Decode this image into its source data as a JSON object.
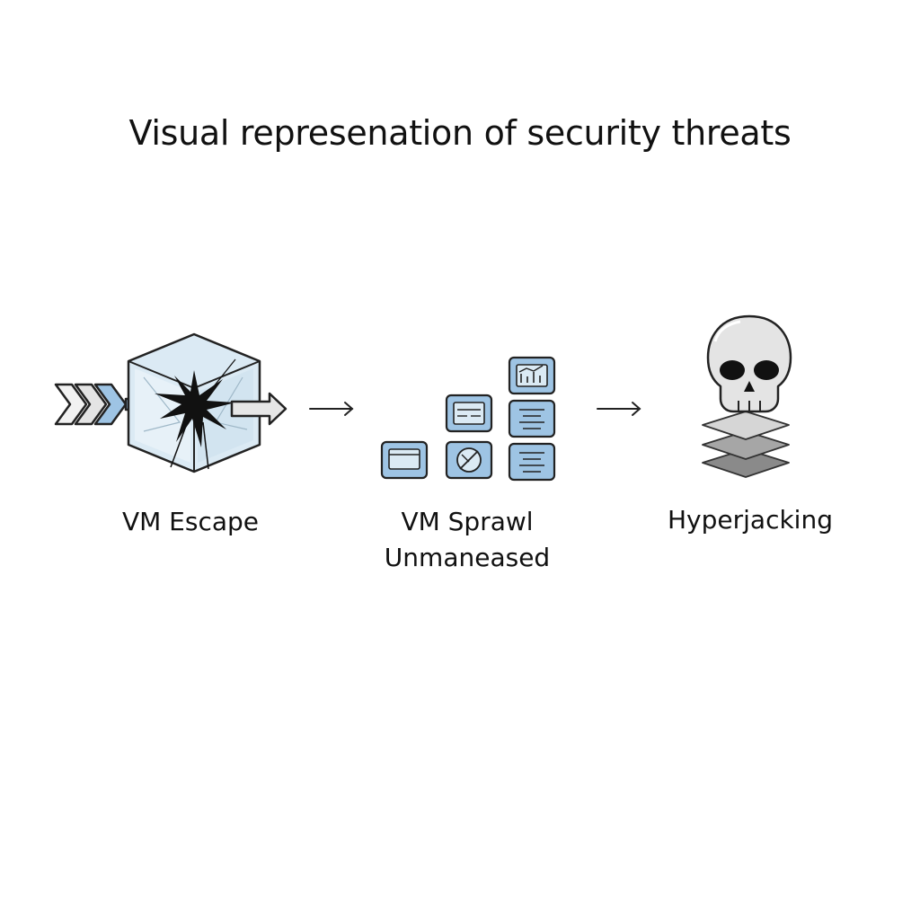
{
  "title": "Visual represenation of security threats",
  "stages": [
    {
      "label": "VM Escape",
      "icon": "broken-cube-icon"
    },
    {
      "label_line1": "VM Sprawl",
      "label_line2": "Unmaneased",
      "icon": "vm-grid-icon"
    },
    {
      "label": "Hyperjacking",
      "icon": "skull-layers-icon"
    }
  ],
  "colors": {
    "accent_blue": "#9ec4e4",
    "glass": "#dbeaf4",
    "outline": "#222222",
    "skull": "#e4e4e4",
    "layers": "#9a9a9a"
  }
}
